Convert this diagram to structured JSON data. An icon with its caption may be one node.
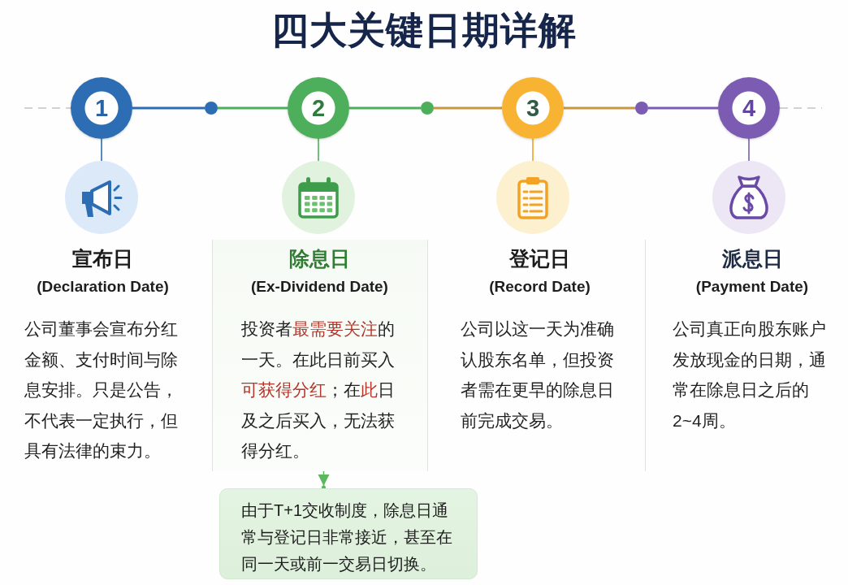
{
  "diagram": {
    "title": "四大关键日期详解",
    "nodes": [
      {
        "text": [
          "1"
        ]
      },
      {
        "text": [],
        "shape": "circle"
      },
      {
        "text": [
          "2"
        ]
      },
      {
        "text": [],
        "shape": "circle"
      },
      {
        "text": [
          "3"
        ]
      },
      {
        "text": [],
        "shape": "circle"
      },
      {
        "text": [
          "4"
        ]
      },
      {
        "text": [],
        "shape": "picture"
      },
      {
        "text": [],
        "shape": "picture"
      },
      {
        "text": [],
        "shape": "picture"
      },
      {
        "text": [],
        "shape": "picture"
      },
      {
        "text": [
          "宣布日",
          "(Declaration Date)",
          "公司董事会宣布分红金额、支付时间与除息安排。只是公告，不代表一定执行，但具有法律的束力。"
        ]
      },
      {
        "text": [
          "除息日",
          "(Ex-Dividend Date)",
          "投资者**最需要关注**的一天。在此日前买入**可获得分红**；在**此**日及之后买入，无法获得分红。"
        ]
      },
      {
        "text": [
          "登记日",
          "(Record Date)",
          "公司以这一天为准确认股东名单，但投资者需在更早的除息日前完成交易。"
        ]
      },
      {
        "text": [
          "派息日",
          "(Payment Date)",
          "公司真正向股东账户发放现金的日期，通常在除息日之后的2~4周。"
        ]
      },
      {
        "text": [
          "由于T+1交收制度，除息日通常与登记日非常接近，甚至在同一天或前一交易日切换。"
        ]
      }
    ],
    "edges": [
      {
        "from": null,
        "to": 0,
        "arrow": "none",
        "style": "dashed",
        "color": "#c4c4c4"
      },
      {
        "from": 0,
        "to": 1,
        "arrow": "none",
        "color": "#2c6db4"
      },
      {
        "from": 1,
        "to": 2,
        "arrow": "none",
        "color": "#4daf5c"
      },
      {
        "from": 2,
        "to": 3,
        "arrow": "none",
        "color": "#4daf5c"
      },
      {
        "from": 3,
        "to": 4,
        "arrow": "none",
        "color": "#c9963f"
      },
      {
        "from": 4,
        "to": 5,
        "arrow": "none",
        "color": "#c9963f"
      },
      {
        "from": 5,
        "to": 6,
        "arrow": "none",
        "color": "#7c5cb2"
      },
      {
        "from": 6,
        "to": null,
        "arrow": "none",
        "style": "dashed",
        "color": "#c4c4c4"
      },
      {
        "from": 0,
        "to": 7,
        "arrow": "none",
        "color": "#2c6db4"
      },
      {
        "from": 2,
        "to": 8,
        "arrow": "none",
        "color": "#4daf5c"
      },
      {
        "from": 4,
        "to": 9,
        "arrow": "none",
        "color": "#f2a325"
      },
      {
        "from": 6,
        "to": 10,
        "arrow": "none",
        "color": "#7c5cb2"
      },
      {
        "from": 12,
        "to": 15,
        "arrow": "to",
        "color": "#5cb85c"
      }
    ]
  }
}
